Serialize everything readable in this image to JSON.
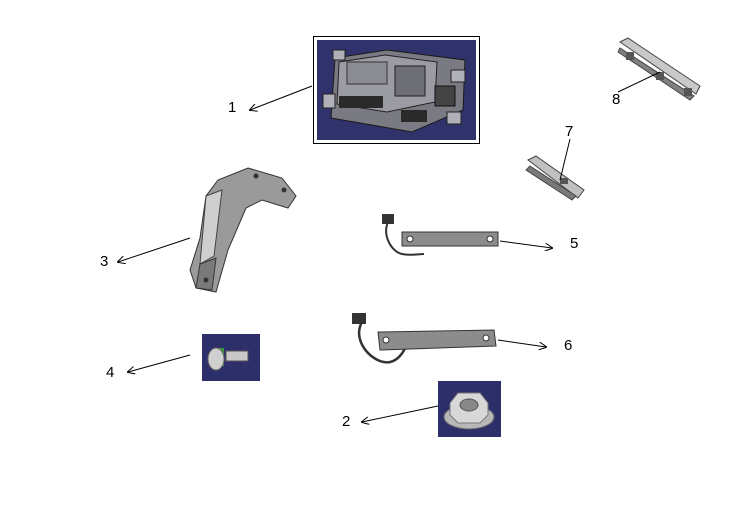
{
  "callouts": {
    "c1": "1",
    "c2": "2",
    "c3": "3",
    "c4": "4",
    "c5": "5",
    "c6": "6",
    "c7": "7",
    "c8": "8"
  },
  "colors": {
    "tile_background": "#2d2f6a",
    "part_gray": "#8c8c8c",
    "part_dark": "#5a5a5a",
    "leader": "#000000"
  },
  "icons": {
    "part_1": "control-module-icon",
    "part_2": "flange-nut-icon",
    "part_3": "mounting-bracket-icon",
    "part_4": "bolt-icon",
    "part_5": "antenna-harness-icon",
    "part_6": "antenna-harness-icon",
    "part_7": "clip-bar-icon",
    "part_8": "rail-bracket-icon"
  }
}
